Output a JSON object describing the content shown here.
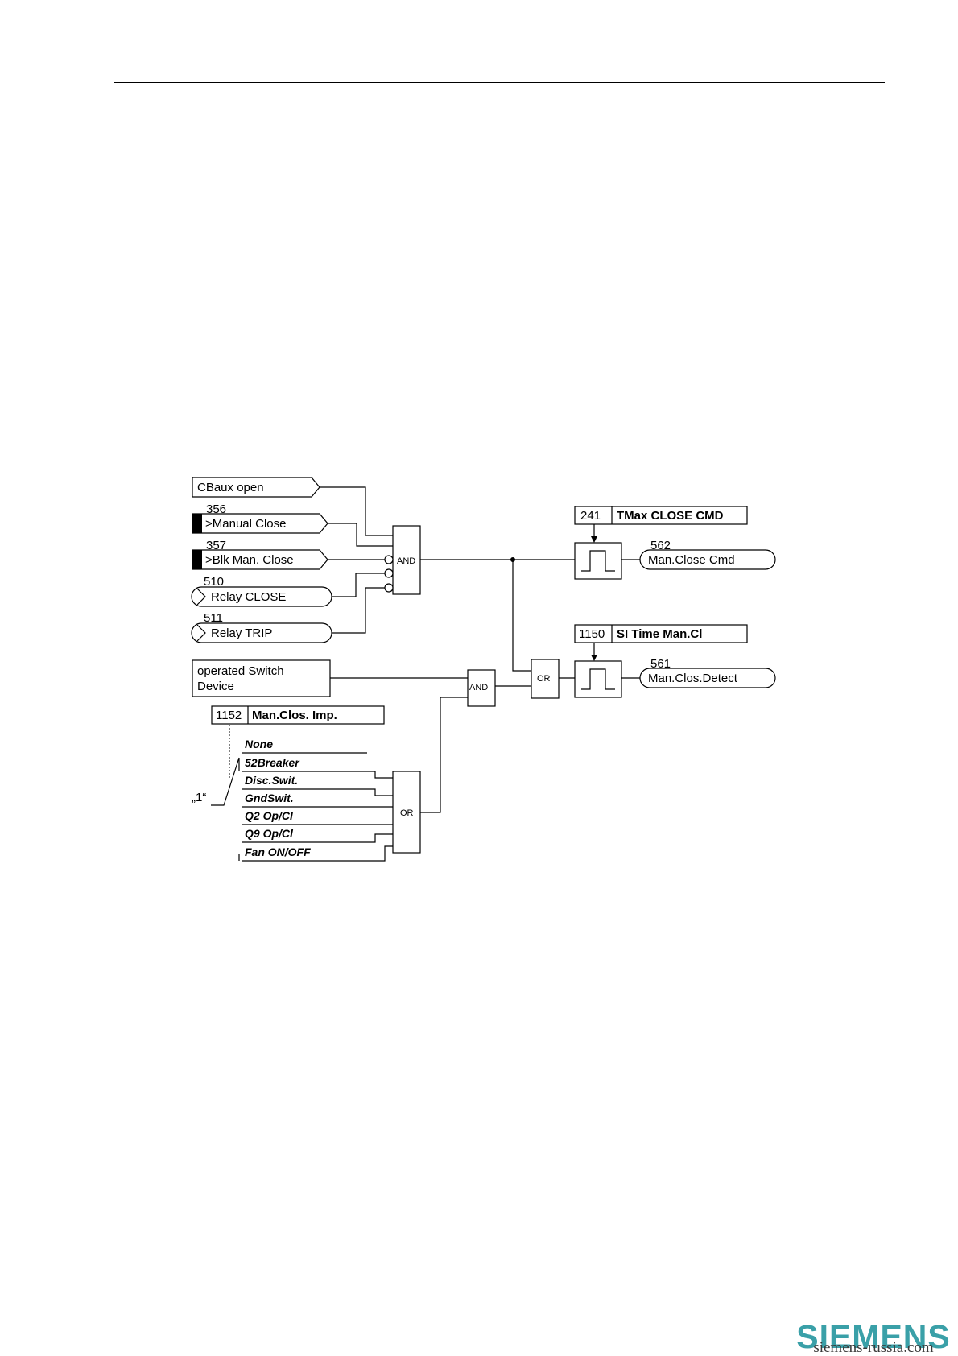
{
  "diagram": {
    "inputs": [
      {
        "id": "",
        "label": "CBaux open"
      },
      {
        "id": "356",
        "label": ">Manual Close"
      },
      {
        "id": "357",
        "label": ">Blk Man. Close"
      },
      {
        "id": "510",
        "label": "Relay CLOSE"
      },
      {
        "id": "511",
        "label": "Relay TRIP"
      }
    ],
    "switch_input": {
      "line1": "operated Switch",
      "line2": "Device"
    },
    "params": [
      {
        "id": "241",
        "label": "TMax CLOSE CMD"
      },
      {
        "id": "1150",
        "label": "SI Time Man.Cl"
      },
      {
        "id": "1152",
        "label": "Man.Clos. Imp."
      }
    ],
    "outputs": [
      {
        "id": "562",
        "label": "Man.Close Cmd"
      },
      {
        "id": "561",
        "label": "Man.Clos.Detect"
      }
    ],
    "gates": {
      "and": "AND",
      "or": "OR"
    },
    "options": [
      "None",
      "52Breaker",
      "Disc.Swit.",
      "GndSwit.",
      "Q2 Op/Cl",
      "Q9 Op/Cl",
      "Fan ON/OFF"
    ],
    "switch_default": "„1“"
  },
  "brand": {
    "name": "SIEMENS",
    "url": "siemens-russia.com",
    "color": "#3aa0a8"
  }
}
